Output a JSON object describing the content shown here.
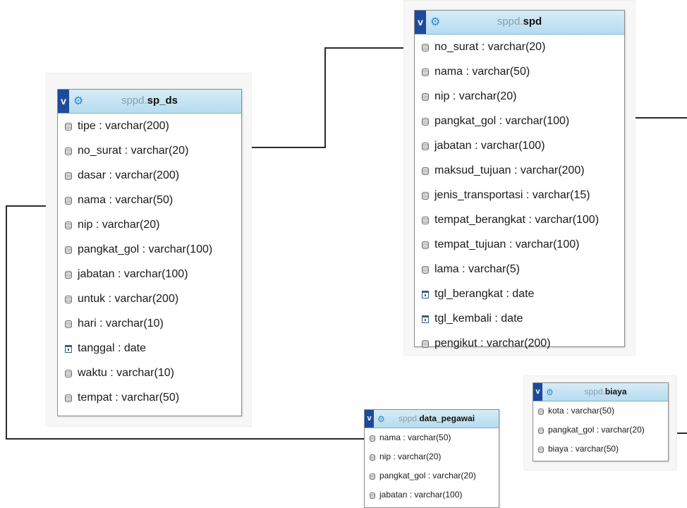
{
  "colors": {
    "header_gradient_top": "#d7ecf7",
    "header_gradient_bottom": "#b6dcef",
    "v_button": "#1d4a9c",
    "gear": "#2a8ad3",
    "db_prefix": "#8aa0ad",
    "link_line": "#2b2b2b"
  },
  "icons": {
    "toggle": "v",
    "settings": "gear-icon",
    "column": "column-icon",
    "date_column": "date-column-icon"
  },
  "tables": {
    "sp_ds": {
      "toggle": "v",
      "db": "sppd.",
      "name": "sp_ds",
      "columns": [
        {
          "label": "tipe : varchar(200)",
          "icon": "column"
        },
        {
          "label": "no_surat : varchar(20)",
          "icon": "column"
        },
        {
          "label": "dasar : varchar(200)",
          "icon": "column"
        },
        {
          "label": "nama : varchar(50)",
          "icon": "column"
        },
        {
          "label": "nip : varchar(20)",
          "icon": "column"
        },
        {
          "label": "pangkat_gol : varchar(100)",
          "icon": "column"
        },
        {
          "label": "jabatan : varchar(100)",
          "icon": "column"
        },
        {
          "label": "untuk : varchar(200)",
          "icon": "column"
        },
        {
          "label": "hari : varchar(10)",
          "icon": "column"
        },
        {
          "label": "tanggal : date",
          "icon": "date"
        },
        {
          "label": "waktu : varchar(10)",
          "icon": "column"
        },
        {
          "label": "tempat : varchar(50)",
          "icon": "column"
        }
      ]
    },
    "spd": {
      "toggle": "v",
      "db": "sppd.",
      "name": "spd",
      "columns": [
        {
          "label": "no_surat : varchar(20)",
          "icon": "column"
        },
        {
          "label": "nama : varchar(50)",
          "icon": "column"
        },
        {
          "label": "nip : varchar(20)",
          "icon": "column"
        },
        {
          "label": "pangkat_gol : varchar(100)",
          "icon": "column"
        },
        {
          "label": "jabatan : varchar(100)",
          "icon": "column"
        },
        {
          "label": "maksud_tujuan : varchar(200)",
          "icon": "column"
        },
        {
          "label": "jenis_transportasi : varchar(15)",
          "icon": "column"
        },
        {
          "label": "tempat_berangkat : varchar(100)",
          "icon": "column"
        },
        {
          "label": "tempat_tujuan : varchar(100)",
          "icon": "column"
        },
        {
          "label": "lama : varchar(5)",
          "icon": "column"
        },
        {
          "label": "tgl_berangkat : date",
          "icon": "date"
        },
        {
          "label": "tgl_kembali : date",
          "icon": "date"
        },
        {
          "label": "pengikut : varchar(200)",
          "icon": "column"
        }
      ]
    },
    "data_pegawai": {
      "toggle": "v",
      "db": "sppd.",
      "name": "data_pegawai",
      "columns": [
        {
          "label": "nama : varchar(50)",
          "icon": "column"
        },
        {
          "label": "nip : varchar(20)",
          "icon": "column"
        },
        {
          "label": "pangkat_gol : varchar(20)",
          "icon": "column"
        },
        {
          "label": "jabatan : varchar(100)",
          "icon": "column"
        }
      ]
    },
    "biaya": {
      "toggle": "v",
      "db": "sppd.",
      "name": "biaya",
      "columns": [
        {
          "label": "kota : varchar(50)",
          "icon": "column"
        },
        {
          "label": "pangkat_gol : varchar(20)",
          "icon": "column"
        },
        {
          "label": "biaya : varchar(50)",
          "icon": "column"
        }
      ]
    }
  },
  "relations": [
    {
      "from": "sp_ds.no_surat",
      "to": "spd.no_surat"
    },
    {
      "from": "sp_ds.nama",
      "to": "data_pegawai.nama"
    },
    {
      "from": "spd.pangkat_gol",
      "to": "offscreen-right"
    },
    {
      "from": "biaya.pangkat_gol",
      "to": "offscreen-right"
    }
  ]
}
